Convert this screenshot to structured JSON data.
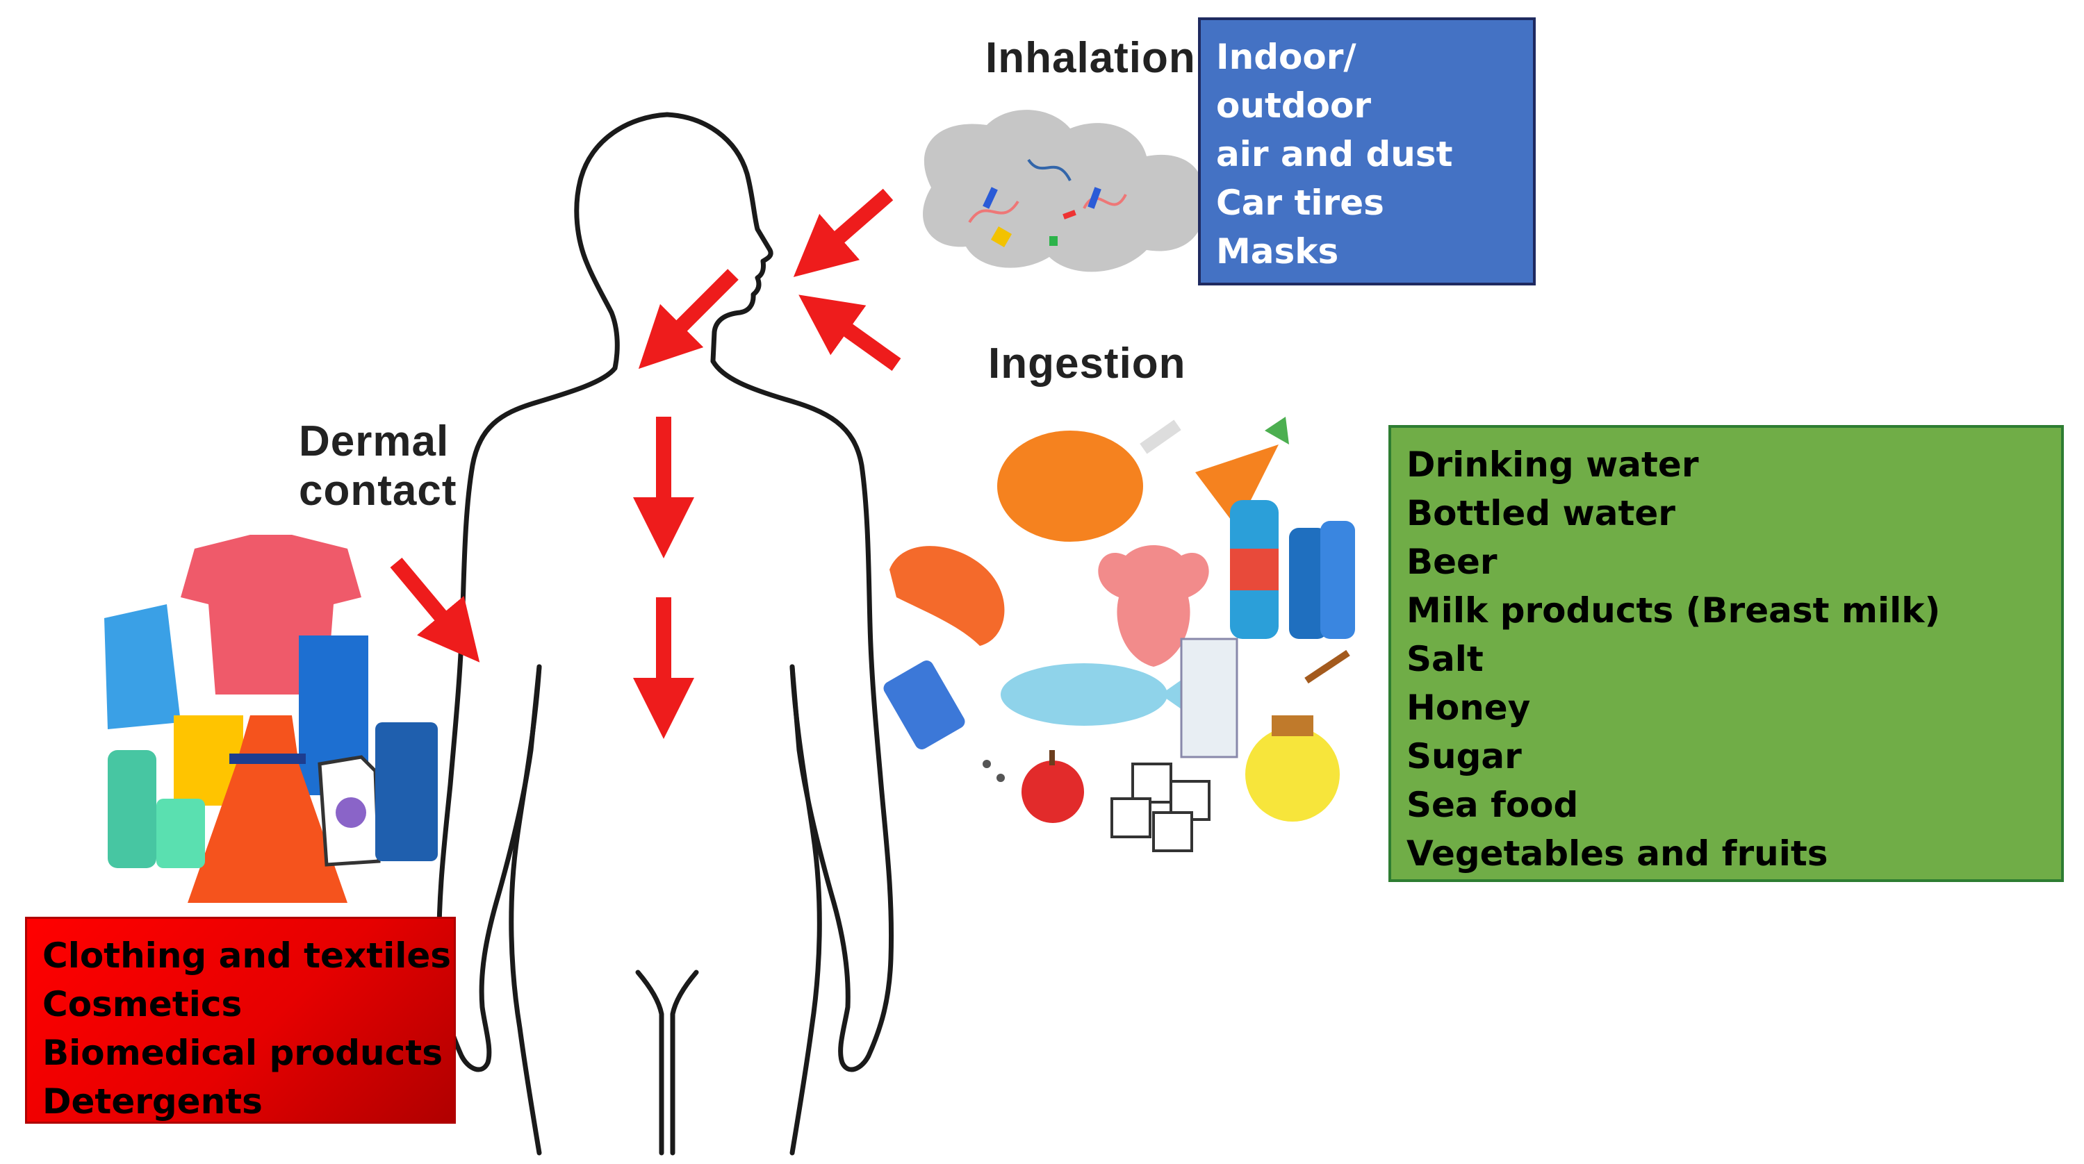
{
  "routes": {
    "inhalation": {
      "label": "Inhalation"
    },
    "ingestion": {
      "label": "Ingestion"
    },
    "dermal": {
      "label_line1": "Dermal",
      "label_line2": "contact"
    }
  },
  "sources": {
    "inhalation": {
      "items": [
        "Indoor/",
        "outdoor",
        "air and dust",
        "Car tires",
        "Masks"
      ],
      "color": "#4472c4"
    },
    "ingestion": {
      "items": [
        "Drinking water",
        "Bottled water",
        "Beer",
        "Milk products (Breast milk)",
        "Salt",
        "Honey",
        "Sugar",
        "Sea food",
        "Vegetables and fruits"
      ],
      "color": "#70ad47"
    },
    "dermal": {
      "items": [
        "Clothing and textiles",
        "Cosmetics",
        "Biomedical products",
        "Detergents"
      ],
      "color": "#ff0000"
    }
  },
  "icons": {
    "body": "human-body-outline-icon",
    "air": "airborne-microplastics-cloud-icon",
    "food": "food-and-drink-cluster-icon",
    "textiles": "clothing-and-detergents-cluster-icon",
    "arrow_color": "#ee1c1c"
  }
}
